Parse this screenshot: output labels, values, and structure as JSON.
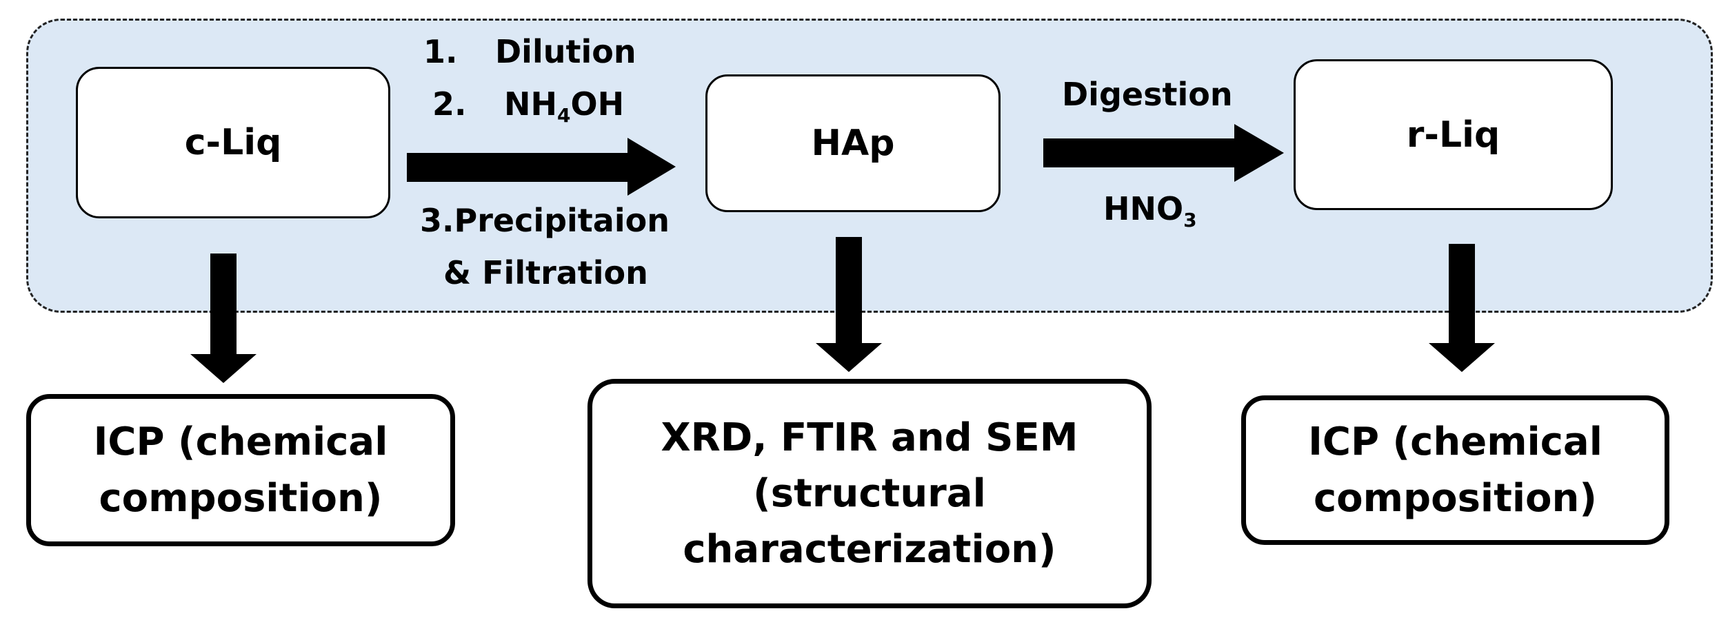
{
  "nodes": {
    "c_liq": "c-Liq",
    "hap": "HAp",
    "r_liq": "r-Liq"
  },
  "steps_left": {
    "step1_num": "1.",
    "step1_text": "Dilution",
    "step2_num": "2.",
    "step2_text_main": "NH",
    "step2_text_sub": "4",
    "step2_text_tail": "OH",
    "step3_line1": "3.Precipitaion",
    "step3_line2": "& Filtration"
  },
  "steps_right": {
    "digestion": "Digestion",
    "acid_main": "HNO",
    "acid_sub": "3"
  },
  "results": {
    "left_line1": "ICP (chemical",
    "left_line2": "composition)",
    "middle_line1": "XRD, FTIR and SEM",
    "middle_line2": "(structural",
    "middle_line3": "characterization)",
    "right_line1": "ICP (chemical",
    "right_line2": "composition)"
  },
  "colors": {
    "region_fill": "#dce8f5",
    "arrow": "#000000"
  }
}
